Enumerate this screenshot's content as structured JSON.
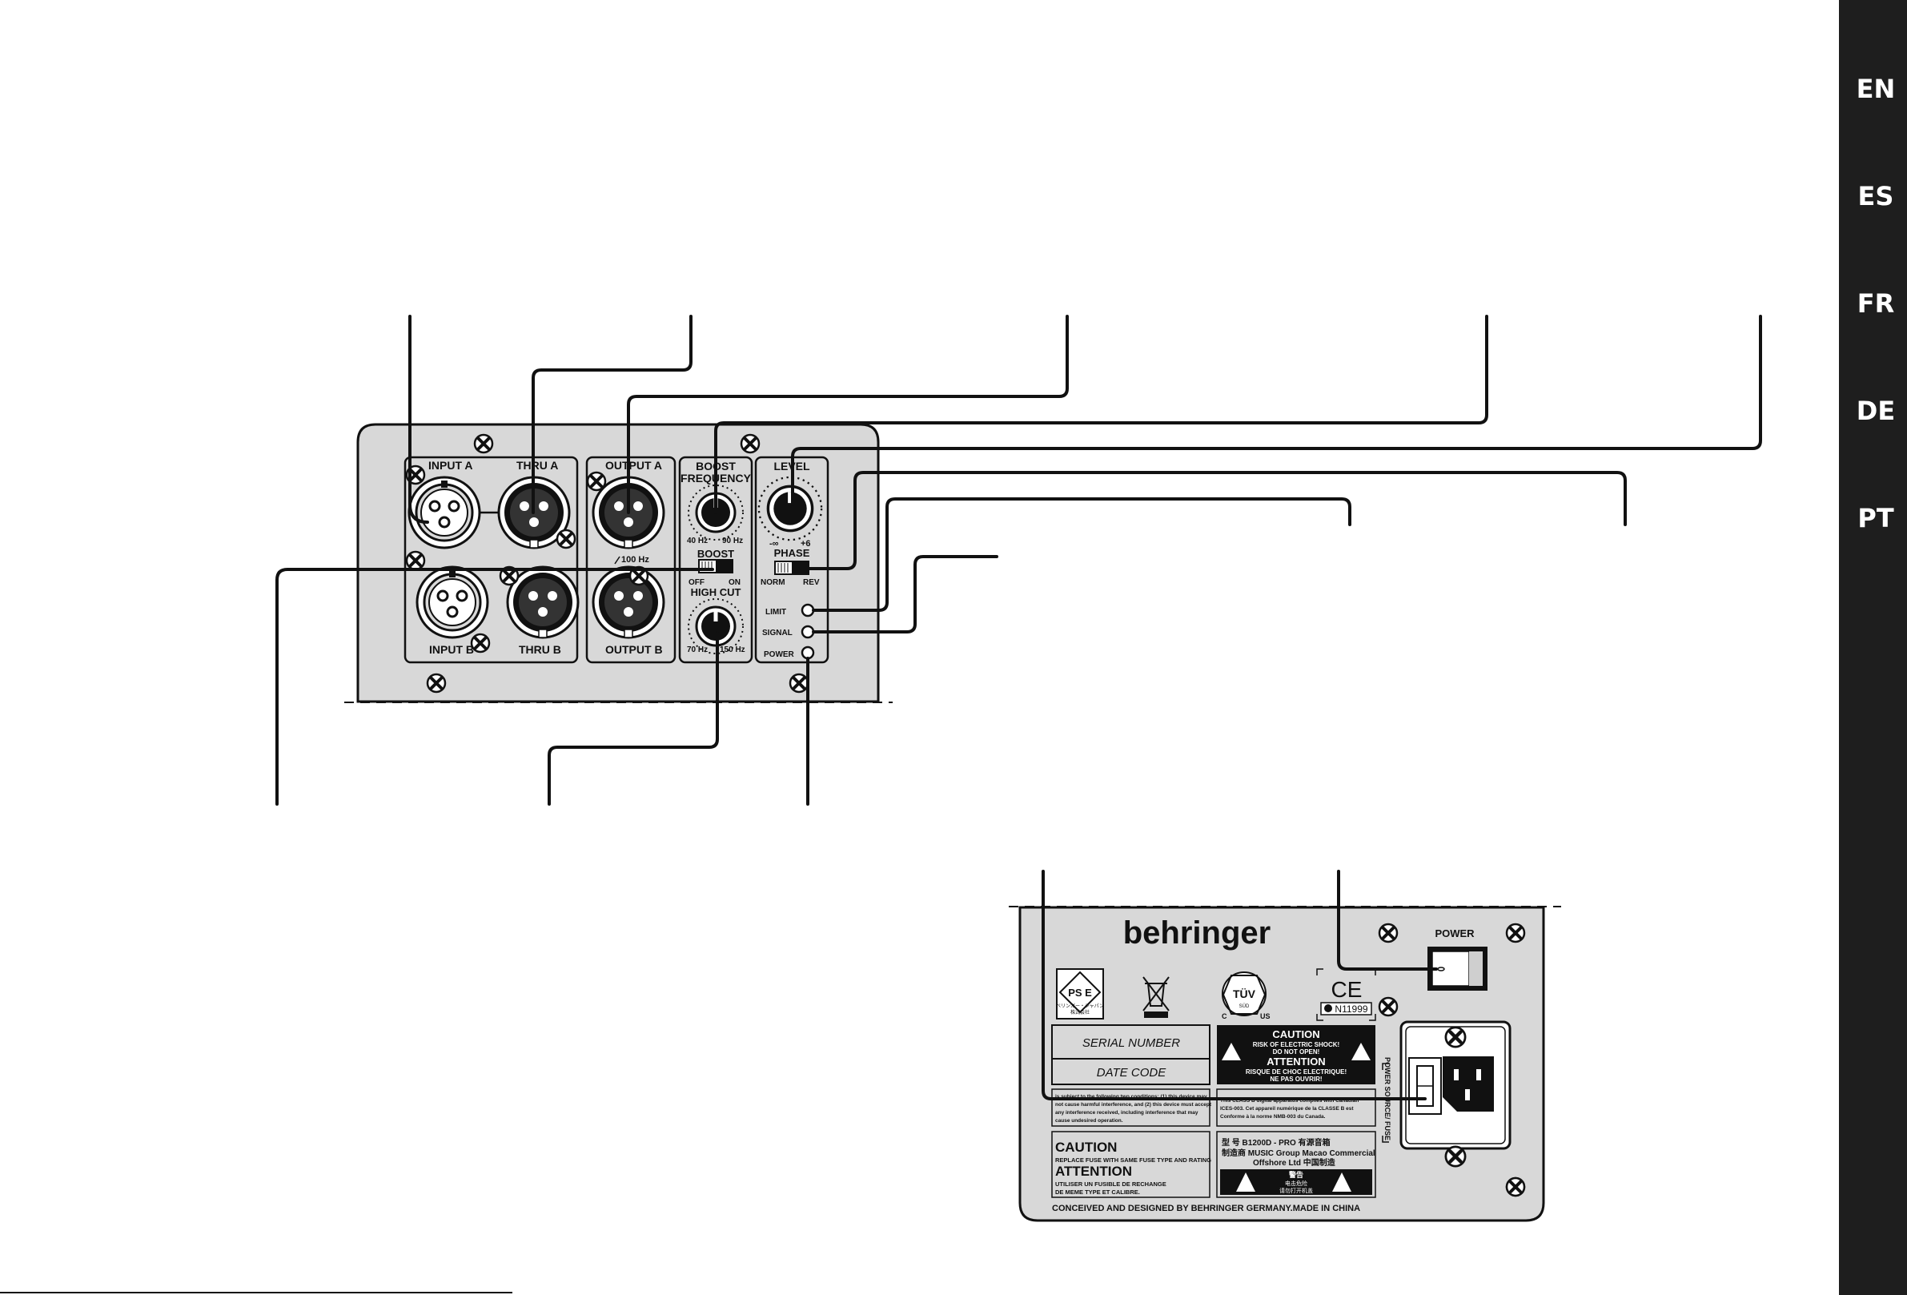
{
  "sidebar": {
    "color": "#1e1e1e",
    "languages": [
      "EN",
      "ES",
      "FR",
      "DE",
      "PT"
    ]
  },
  "top_panel": {
    "jack_sections": {
      "input_a": "INPUT A",
      "thru_a": "THRU A",
      "output_a": "OUTPUT A",
      "input_b": "INPUT B",
      "thru_b": "THRU B",
      "output_b": "OUTPUT B",
      "freq_100": "100 Hz"
    },
    "boost_frequency": {
      "title_1": "BOOST",
      "title_2": "FREQUENCY",
      "min": "40 Hz",
      "max": "90 Hz"
    },
    "boost": {
      "title": "BOOST",
      "off": "OFF",
      "on": "ON"
    },
    "high_cut": {
      "title": "HIGH CUT",
      "min": "70 Hz",
      "max": "150 Hz"
    },
    "level": {
      "title": "LEVEL",
      "min": "-∞",
      "max": "+6"
    },
    "phase": {
      "title": "PHASE",
      "norm": "NORM",
      "rev": "REV"
    },
    "leds": {
      "limit": "LIMIT",
      "signal": "SIGNAL",
      "power": "POWER"
    }
  },
  "bottom_panel": {
    "brand": "behringer",
    "power_label": "POWER",
    "serial_number": "SERIAL NUMBER",
    "date_code": "DATE CODE",
    "caution_box": {
      "caution": "CAUTION",
      "line1": "RISK OF ELECTRIC SHOCK!",
      "line2": "DO NOT OPEN!",
      "attention": "ATTENTION",
      "line3": "RISQUE DE CHOC ELECTRIQUE!",
      "line4": "NE PAS OUVRIR!"
    },
    "fcc_text": [
      "is subject to the following two conditions: (1) this device may",
      "not cause harmful interference, and (2) this device must accept",
      "any interference received, including interference that may",
      "cause undesired operation."
    ],
    "canada_text": [
      "This CLASS B digital apparatus complies with Canadian",
      "ICES-003. Cet appareil numérique de la CLASSE B est",
      "Conforme à la norme NMB-003 du Canada."
    ],
    "fuse_box": {
      "caution": "CAUTION",
      "line1": "REPLACE FUSE WITH SAME FUSE TYPE AND RATING",
      "attention": "ATTENTION",
      "line2": "UTILISER UN FUSIBLE DE RECHANGE",
      "line3": "DE MEME TYPE ET CALIBRE."
    },
    "model_box": {
      "line1": "型  号  B1200D - PRO 有源音箱",
      "line2": "制造商  MUSIC Group Macao Commercial",
      "line3": "Offshore Ltd 中国制造",
      "warning": "警告",
      "line4": "电击危险",
      "line5": "请勿打开机盖"
    },
    "pse_label": "PS E",
    "pse_sub1": "ベリンガー・ジャパン",
    "pse_sub2": "株式会社",
    "ce_mark": "CE",
    "n_number": "N11999",
    "tuv": "TÜV",
    "tuv_sub": "SÜD",
    "cus_c": "C",
    "cus_us": "US",
    "power_source": "POWER SOURCE/ FUSE",
    "footer": "CONCEIVED AND DESIGNED BY BEHRINGER GERMANY.MADE IN CHINA"
  }
}
